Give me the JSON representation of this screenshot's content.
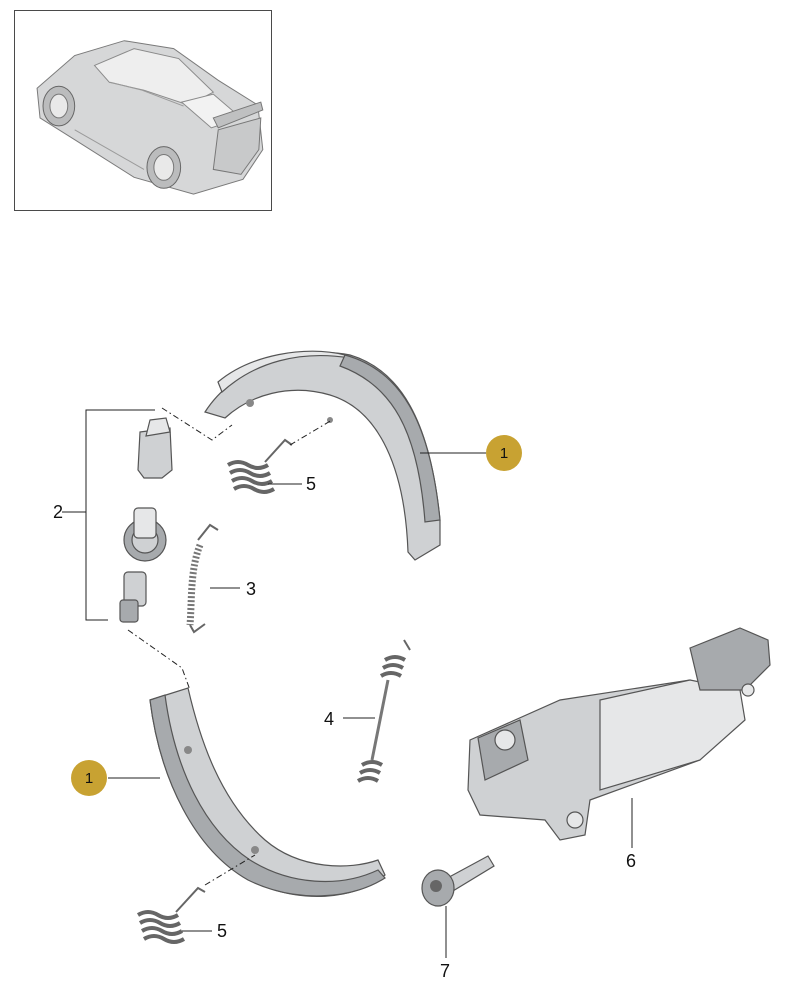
{
  "callouts": {
    "shoe_upper": "1",
    "shoe_lower": "1",
    "adjuster_group": "2",
    "spring_long": "3",
    "spring_strut": "4",
    "spring_small_upper": "5",
    "spring_small_lower": "5",
    "actuator": "6",
    "screw": "7"
  },
  "colors": {
    "badge": "#c8a232",
    "part": "#cfd1d3",
    "outline": "#555555"
  },
  "icons": {
    "thumbnail": "sports-car-thumbnail"
  }
}
